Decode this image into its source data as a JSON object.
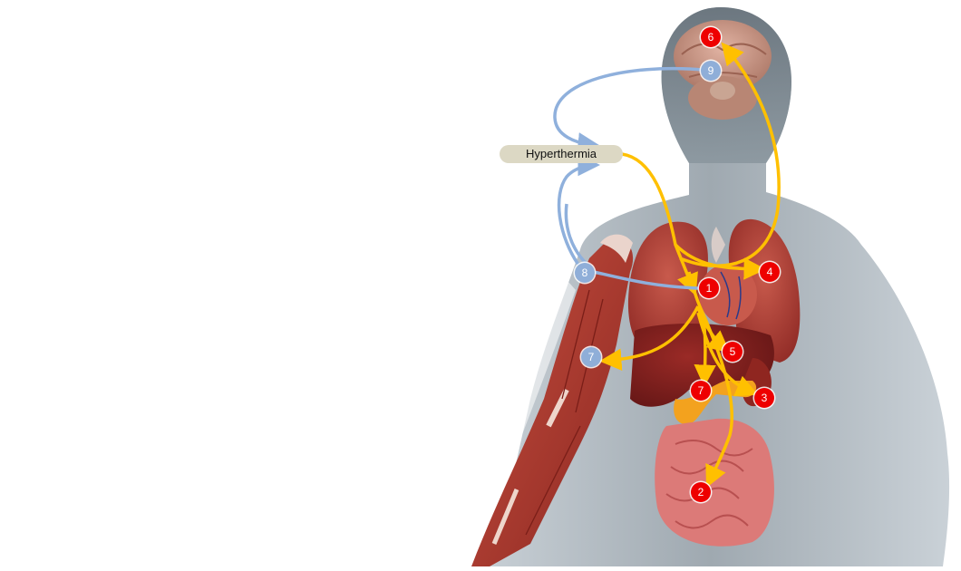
{
  "colors": {
    "effect_arrow": "#ffc000",
    "feedback_arrow": "#8fb0dc",
    "red_marker": "#ee0000",
    "blue_marker": "#8faed8",
    "label_fill": "#dcd8c4",
    "silhouette": "#8a96a0"
  },
  "center_label": "Hyperthermia",
  "markers": [
    {
      "id": "red-1",
      "text": "1",
      "kind": "red"
    },
    {
      "id": "red-2",
      "text": "2",
      "kind": "red"
    },
    {
      "id": "red-3",
      "text": "3",
      "kind": "red"
    },
    {
      "id": "red-4",
      "text": "4",
      "kind": "red"
    },
    {
      "id": "red-5",
      "text": "5",
      "kind": "red"
    },
    {
      "id": "red-6",
      "text": "6",
      "kind": "red"
    },
    {
      "id": "red-7",
      "text": "7",
      "kind": "red"
    },
    {
      "id": "blue-7",
      "text": "7",
      "kind": "blue"
    },
    {
      "id": "blue-8",
      "text": "8",
      "kind": "blue"
    },
    {
      "id": "blue-9",
      "text": "9",
      "kind": "blue"
    }
  ]
}
